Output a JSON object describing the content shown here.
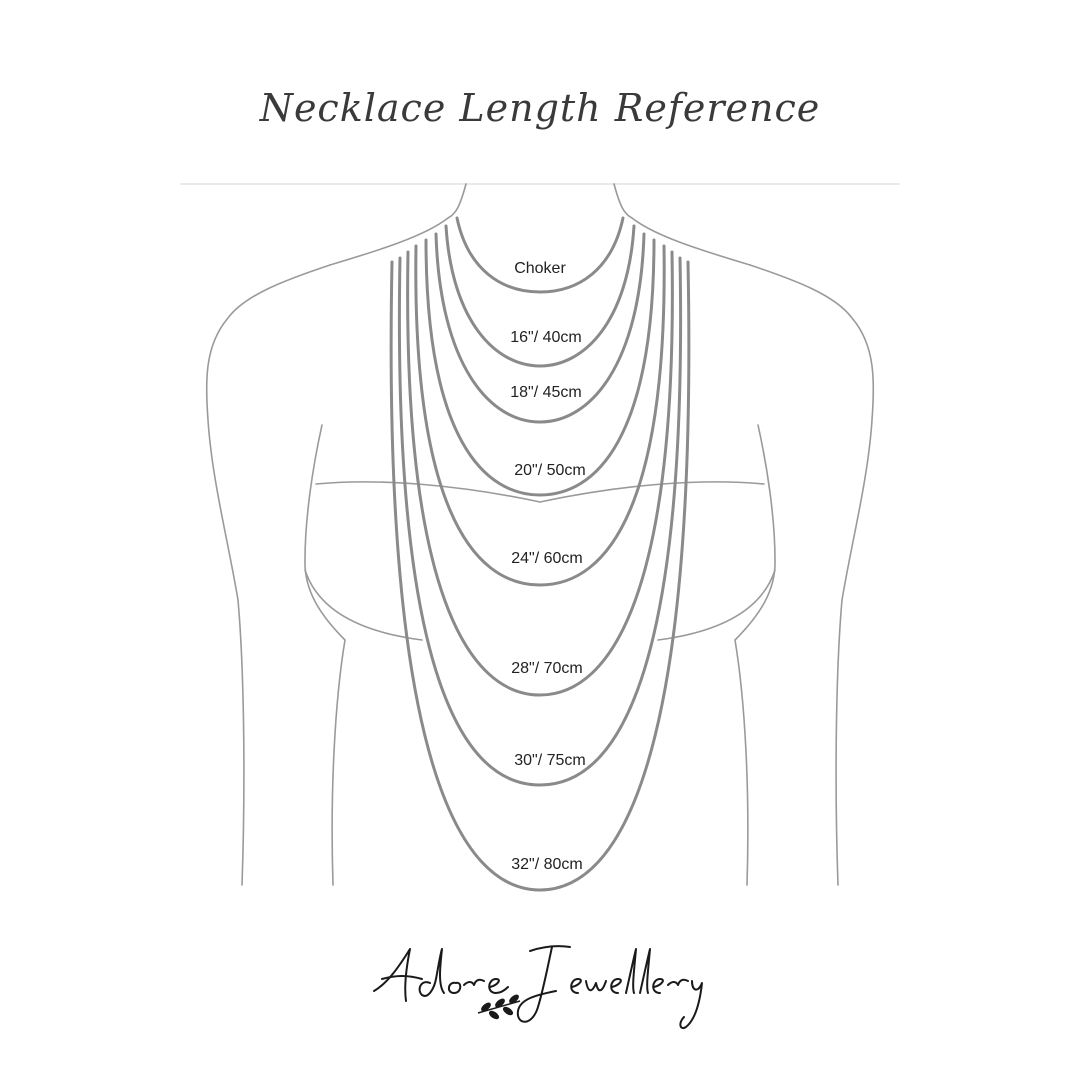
{
  "title": "Necklace Length Reference",
  "labels": [
    "Choker",
    "16\"/ 40cm",
    "18\"/ 45cm",
    "20\"/ 50cm",
    "24\"/ 60cm",
    "28\"/ 70cm",
    "30\"/ 75cm",
    "32\"/ 80cm"
  ],
  "brand": "Adore Jewellery",
  "colors": {
    "outline": "#9a9a9a",
    "necklace": "#8a8a8a",
    "text": "#222222",
    "title": "#3a3a3a"
  }
}
